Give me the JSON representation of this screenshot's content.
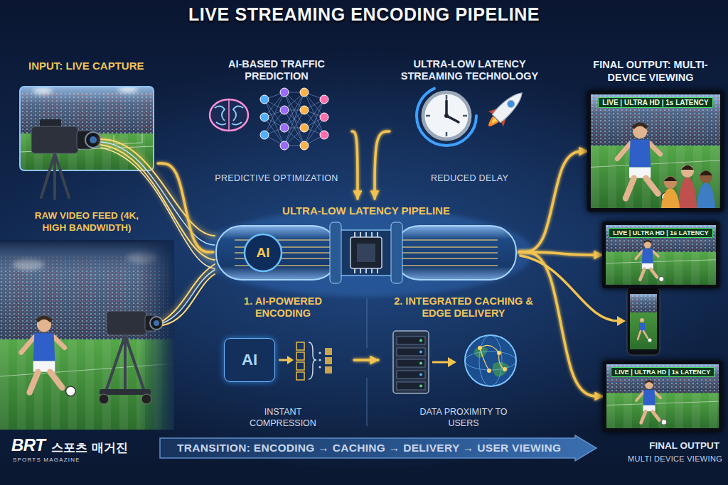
{
  "diagram": {
    "title": "LIVE STREAMING ENCODING PIPELINE",
    "nodes": [
      {
        "text": [
          "INPUT: LIVE CAPTURE",
          "RAW VIDEO FEED (4K, HIGH BANDWIDTH)"
        ]
      },
      {
        "text": [
          "AI-BASED TRAFFIC PREDICTION",
          "PREDICTIVE OPTIMIZATION"
        ]
      },
      {
        "text": [
          "ULTRA-LOW LATENCY STREAMING TECHNOLOGY",
          "REDUCED DELAY"
        ]
      },
      {
        "text": [
          "ULTRA-LOW LATENCY PIPELINE",
          "AI"
        ]
      },
      {
        "text": [
          "1. AI-POWERED ENCODING",
          "INSTANT COMPRESSION"
        ]
      },
      {
        "text": [
          "AI"
        ],
        "in": 4
      },
      {
        "text": [
          "2. INTEGRATED CACHING & EDGE DELIVERY",
          "DATA PROXIMITY TO USERS"
        ]
      },
      {
        "text": [
          "LIVE | ULTRA HD | 1s LATENCY"
        ]
      },
      {
        "text": [
          "LIVE | ULTRA HD | 1s LATENCY"
        ]
      },
      {
        "text": [
          "LIVE | ULTRA HD | 1s LATENCY"
        ]
      },
      {
        "text": [
          "TRANSITION: ENCODING → CACHING → DELIVERY → USER VIEWING"
        ]
      }
    ],
    "edges": [
      {
        "from": 0,
        "to": 3,
        "arrow": "none"
      },
      {
        "from": 1,
        "to": 3,
        "arrow": "to"
      },
      {
        "from": 2,
        "to": 3,
        "arrow": "to"
      },
      {
        "from": 3,
        "to": 7,
        "arrow": "to"
      },
      {
        "from": 3,
        "to": 8,
        "arrow": "to"
      },
      {
        "from": 3,
        "to": 9,
        "arrow": "to"
      },
      {
        "from": 4,
        "to": 6,
        "arrow": "to"
      }
    ],
    "labels": [
      "FINAL OUTPUT: MULTI-DEVICE VIEWING",
      "BRT",
      "스포츠 매거진",
      "SPORTS MAGAZINE",
      "FINAL OUTPUT",
      "MULTI DEVICE VIEWING"
    ]
  }
}
